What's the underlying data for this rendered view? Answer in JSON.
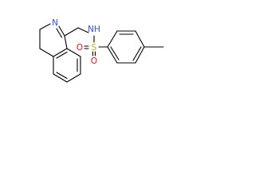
{
  "molecule": {
    "atom_labels": {
      "ring_nitrogen": "N",
      "amide_nitrogen": "N",
      "amide_hydrogen": "H",
      "sulfur": "S",
      "oxygen_upper": "O",
      "oxygen_lower": "O"
    },
    "colors": {
      "bond": "#000000",
      "nitrogen": "#3050F8",
      "oxygen": "#FF0D0D",
      "sulfur": "#B8B800",
      "background": "#ffffff"
    }
  }
}
